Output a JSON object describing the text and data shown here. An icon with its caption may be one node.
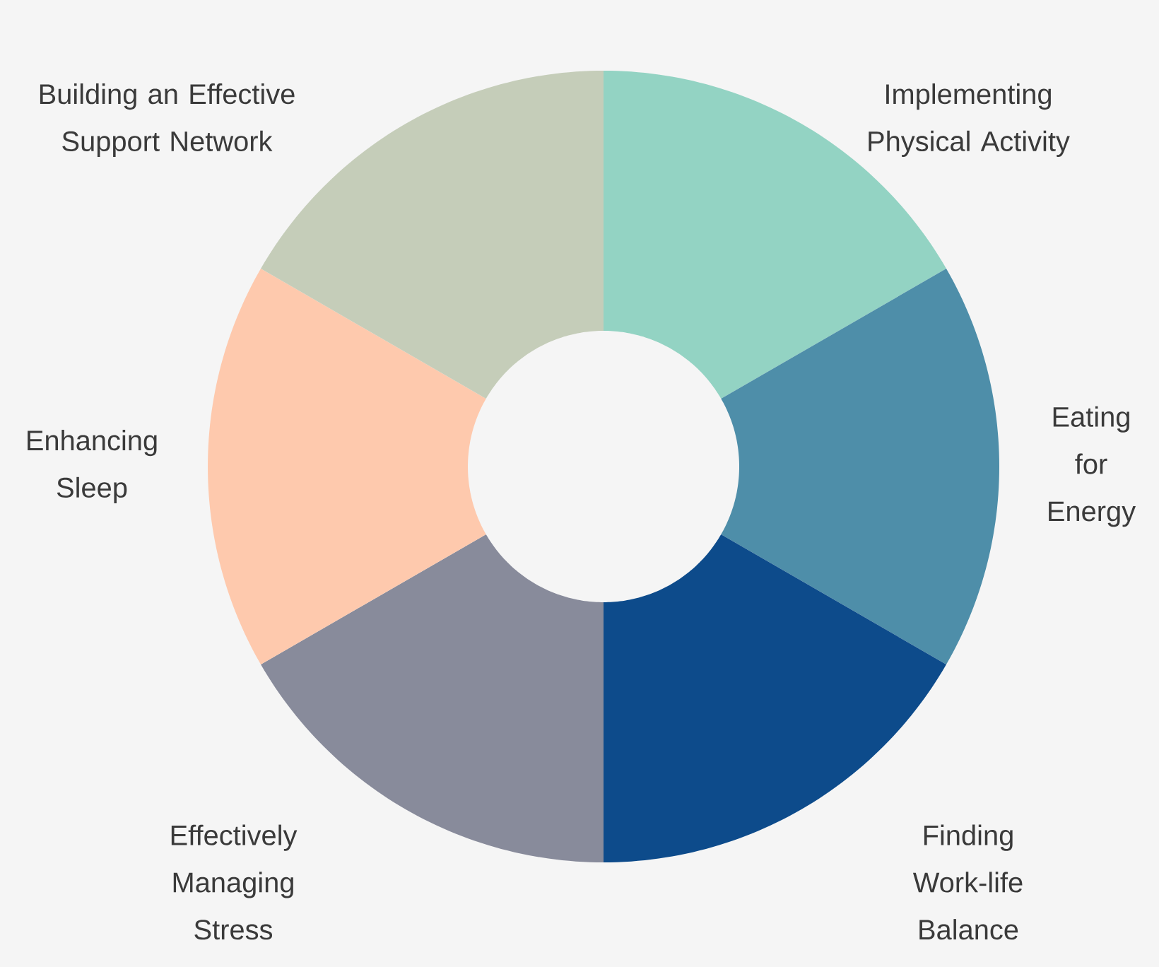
{
  "diagram": {
    "nodes": [
      {
        "text": [
          "Implementing Physical Activity"
        ]
      },
      {
        "text": [
          "Eating for Energy"
        ]
      },
      {
        "text": [
          "Finding Work-life Balance"
        ]
      },
      {
        "text": [
          "Effectively Managing Stress"
        ]
      },
      {
        "text": [
          "Enhancing Sleep"
        ]
      },
      {
        "text": [
          "Building an Effective Support Network"
        ]
      }
    ]
  }
}
